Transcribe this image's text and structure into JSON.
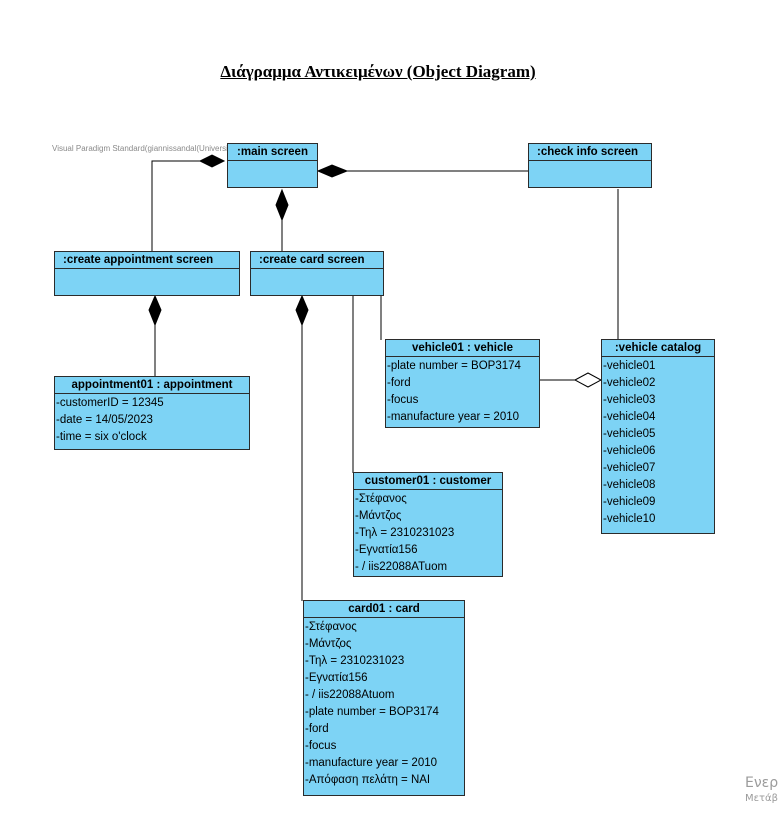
{
  "title": "Διάγραμμα Αντικειμένων (Object Diagram)",
  "watermark": "Visual Paradigm Standard(giannissandal(University of Macedonia))",
  "colors": {
    "object_fill": "#7dd3f5",
    "object_border": "#2b2b2b",
    "link": "#000000"
  },
  "objects": {
    "main_screen": {
      "name": ":main screen",
      "attributes": []
    },
    "check_info_screen": {
      "name": ":check info screen",
      "attributes": []
    },
    "create_appointment_screen": {
      "name": ":create appointment screen",
      "attributes": []
    },
    "create_card_screen": {
      "name": ":create card screen",
      "attributes": []
    },
    "appointment01": {
      "name": "appointment01 : appointment",
      "attributes": [
        "-customerID = 12345",
        "-date = 14/05/2023",
        "-time = six o'clock"
      ]
    },
    "vehicle01": {
      "name": "vehicle01 : vehicle",
      "attributes": [
        "-plate number = BOP3174",
        "-ford",
        "-focus",
        "-manufacture year = 2010"
      ]
    },
    "vehicle_catalog": {
      "name": ":vehicle catalog",
      "attributes": [
        "-vehicle01",
        "-vehicle02",
        "-vehicle03",
        "-vehicle04",
        "-vehicle05",
        "-vehicle06",
        "-vehicle07",
        "-vehicle08",
        "-vehicle09",
        "-vehicle10"
      ]
    },
    "customer01": {
      "name": "customer01 : customer",
      "attributes": [
        "-Στέφανος",
        "-Μάντζος",
        "-Τηλ = 2310231023",
        "-Εγνατία156",
        "- / iis22088ATuom"
      ]
    },
    "card01": {
      "name": "card01 : card",
      "attributes": [
        "-Στέφανος",
        "-Μάντζος",
        "-Τηλ = 2310231023",
        "-Εγνατία156",
        "- / iis22088Atuom",
        "-plate number = BOP3174",
        "-ford",
        "-focus",
        "-manufacture year = 2010",
        "-Απόφαση πελάτη = ΝΑΙ"
      ]
    }
  },
  "links": [
    {
      "from": "main_screen",
      "to": "create_appointment_screen",
      "kind": "composition"
    },
    {
      "from": "main_screen",
      "to": "create_card_screen",
      "kind": "composition"
    },
    {
      "from": "main_screen",
      "to": "check_info_screen",
      "kind": "composition"
    },
    {
      "from": "create_appointment_screen",
      "to": "appointment01",
      "kind": "composition"
    },
    {
      "from": "create_card_screen",
      "to": "card01",
      "kind": "composition"
    },
    {
      "from": "create_card_screen",
      "to": "customer01",
      "kind": "link"
    },
    {
      "from": "create_card_screen",
      "to": "vehicle01",
      "kind": "link"
    },
    {
      "from": "vehicle_catalog",
      "to": "vehicle01",
      "kind": "aggregation"
    },
    {
      "from": "check_info_screen",
      "to": "vehicle_catalog",
      "kind": "link"
    }
  ],
  "os_overlay": {
    "line1": "Ενεργ",
    "line2": "Μετάβ"
  }
}
